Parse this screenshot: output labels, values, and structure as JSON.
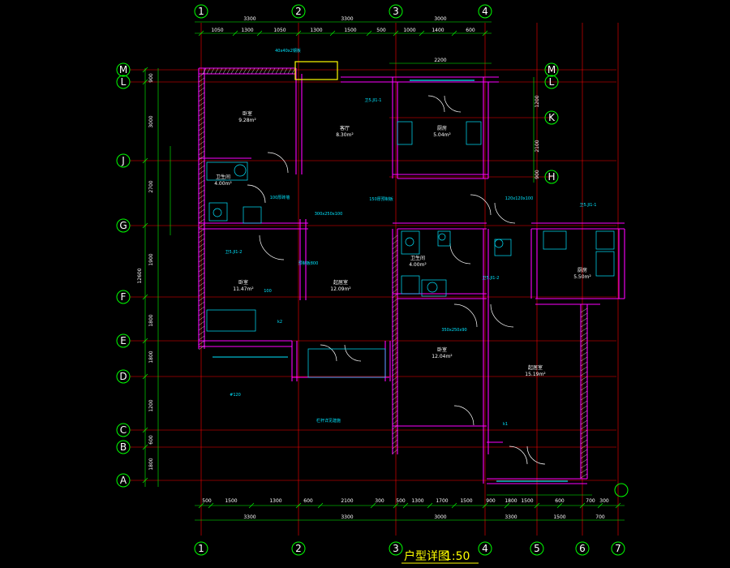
{
  "title": {
    "text": "户型详图",
    "scale": "1:50"
  },
  "colors": {
    "background": "#000000",
    "dim": "#00ff00",
    "grid": "#ff0000",
    "wall": "#ff00ff",
    "text": "#ffffff",
    "annot": "#00e5ff",
    "bubble": "#00ff00"
  },
  "axes": {
    "vertical_top": [
      "1",
      "2",
      "3",
      "4"
    ],
    "vertical_bottom": [
      "1",
      "2",
      "3",
      "4",
      "5",
      "6",
      "7"
    ],
    "horizontal_left": [
      "M",
      "L",
      "J",
      "G",
      "F",
      "E",
      "D",
      "C",
      "B",
      "A"
    ],
    "horizontal_right": [
      "M",
      "L",
      "K",
      "H"
    ]
  },
  "dims": {
    "top_row1": [
      "3300",
      "3300",
      "3000"
    ],
    "top_row2": [
      "1050",
      "1300",
      "1050",
      "1300",
      "1500",
      "500",
      "1000",
      "1400",
      "600"
    ],
    "top_inner": [
      "2200"
    ],
    "bottom_row1": [
      "500",
      "1500",
      "1300",
      "600",
      "2100",
      "300",
      "500",
      "1300",
      "1700",
      "1500",
      "900",
      "1800",
      "1500",
      "600",
      "700",
      "300"
    ],
    "bottom_row2": [
      "3300",
      "3300",
      "3000",
      "3300",
      "1500",
      "700"
    ],
    "left_row1": [
      "900",
      "3000",
      "2700",
      "1900",
      "1800",
      "1800",
      "1200",
      "600",
      "1800"
    ],
    "left_total": [
      "12600"
    ],
    "right_row1": [
      "1200",
      "2100",
      "900"
    ]
  },
  "rooms": [
    {
      "name": "卧室",
      "area": "9.28m²"
    },
    {
      "name": "客厅",
      "area": "8.30m²"
    },
    {
      "name": "厨房",
      "area": "5.04m²"
    },
    {
      "name": "卫生间",
      "area": "4.00m²"
    },
    {
      "name": "卧室",
      "area": "11.47m²"
    },
    {
      "name": "起居室",
      "area": "12.09m²"
    },
    {
      "name": "卫生间",
      "area": "4.00m²"
    },
    {
      "name": "厨房",
      "area": "5.50m²"
    },
    {
      "name": "卧室",
      "area": "12.04m²"
    },
    {
      "name": "起居室",
      "area": "15.19m²"
    }
  ],
  "notes": [
    "40x40x2钢板",
    "卫5.JI1-1",
    "卫5.JI1-2",
    "卫5.JI1-1",
    "卫5.JI1-2",
    "100厚砖墙",
    "120x120x100",
    "300x250x100",
    "350x250x90",
    "预制板800",
    "150厚预制板",
    "#120",
    "k1",
    "k2",
    "100",
    "栏杆详见建施"
  ]
}
